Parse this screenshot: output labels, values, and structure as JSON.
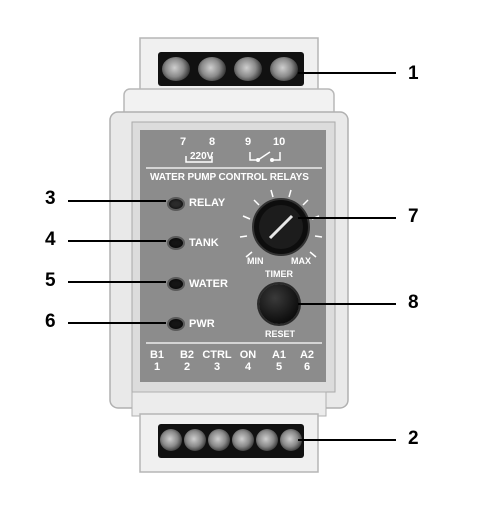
{
  "callouts": [
    "1",
    "2",
    "3",
    "4",
    "5",
    "6",
    "7",
    "8"
  ],
  "panel": {
    "title": "WATER PUMP CONTROL RELAYS",
    "top_terminals": {
      "t7": "7",
      "t8": "8",
      "supply": "220V",
      "t9": "9",
      "t10": "10"
    },
    "leds": [
      "RELAY",
      "TANK",
      "WATER",
      "PWR"
    ],
    "dial": {
      "min": "MIN",
      "max": "MAX",
      "label": "TIMER"
    },
    "button_label": "RESET",
    "terminals": [
      {
        "name": "B1",
        "num": "1"
      },
      {
        "name": "B2",
        "num": "2"
      },
      {
        "name": "CTRL",
        "num": "3"
      },
      {
        "name": "ON",
        "num": "4"
      },
      {
        "name": "A1",
        "num": "5"
      },
      {
        "name": "A2",
        "num": "6"
      }
    ]
  },
  "colors": {
    "housing": "#e8e8e8",
    "panel": "#8c8c8c",
    "terminal_block": "#111111",
    "text": "#ffffff"
  }
}
